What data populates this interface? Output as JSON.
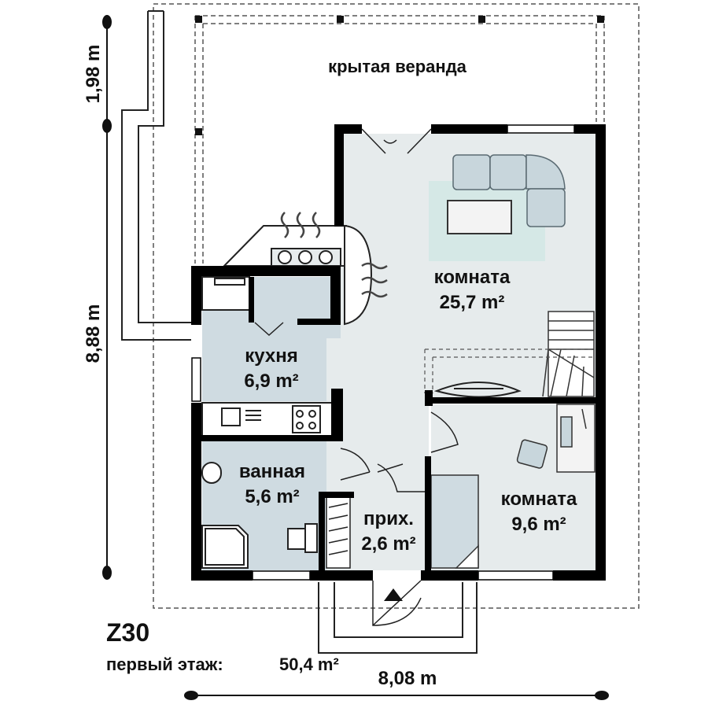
{
  "plan": {
    "code": "Z30",
    "floor_label": "первый этаж:",
    "floor_area": "50,4 m²"
  },
  "rooms": {
    "veranda": {
      "name": "крытая веранда"
    },
    "living": {
      "name": "комната",
      "area": "25,7 m²"
    },
    "kitchen": {
      "name": "кухня",
      "area": "6,9 m²"
    },
    "bath": {
      "name": "ванная",
      "area": "5,6 m²"
    },
    "hall": {
      "name": "прих.",
      "area": "2,6 m²"
    },
    "bedroom": {
      "name": "комната",
      "area": "9,6 m²"
    }
  },
  "dimensions": {
    "top_left": "1,98 m",
    "left": "8,88 m",
    "bottom": "8,08 m"
  },
  "colors": {
    "wall": "#000000",
    "floor_light": "#e6ebec",
    "floor_blue": "#cfdbe1",
    "rug": "#d5e8e6",
    "furniture": "#c8d6dc"
  }
}
